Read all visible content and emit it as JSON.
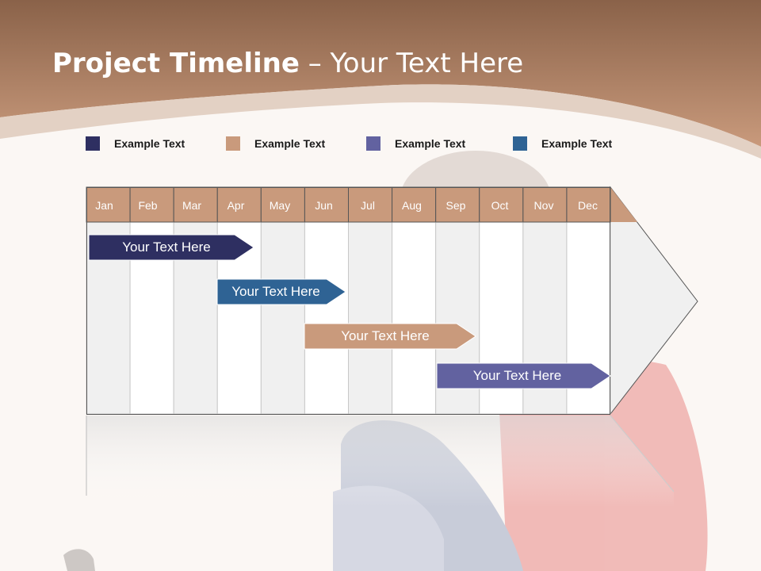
{
  "slide": {
    "title_bold": "Project Timeline",
    "title_rest": " – Your Text Here"
  },
  "legend": [
    {
      "label": "Example Text",
      "color": "#2e2f61"
    },
    {
      "label": "Example Text",
      "color": "#c99a7c"
    },
    {
      "label": "Example Text",
      "color": "#6262a0"
    },
    {
      "label": "Example Text",
      "color": "#2f6394"
    }
  ],
  "months": [
    "Jan",
    "Feb",
    "Mar",
    "Apr",
    "May",
    "Jun",
    "Jul",
    "Aug",
    "Sep",
    "Oct",
    "Nov",
    "Dec"
  ],
  "tasks": [
    {
      "label": "Your  Text Here",
      "color": "#2e2f61"
    },
    {
      "label": "Your  Text Here",
      "color": "#2f6394"
    },
    {
      "label": "Your  Text Here",
      "color": "#c99a7c"
    },
    {
      "label": "Your  Text Here",
      "color": "#6262a0"
    }
  ],
  "colors": {
    "header_top": "#8a6249",
    "header_bottom": "#c99a7c",
    "month_header": "#c99a7c"
  }
}
